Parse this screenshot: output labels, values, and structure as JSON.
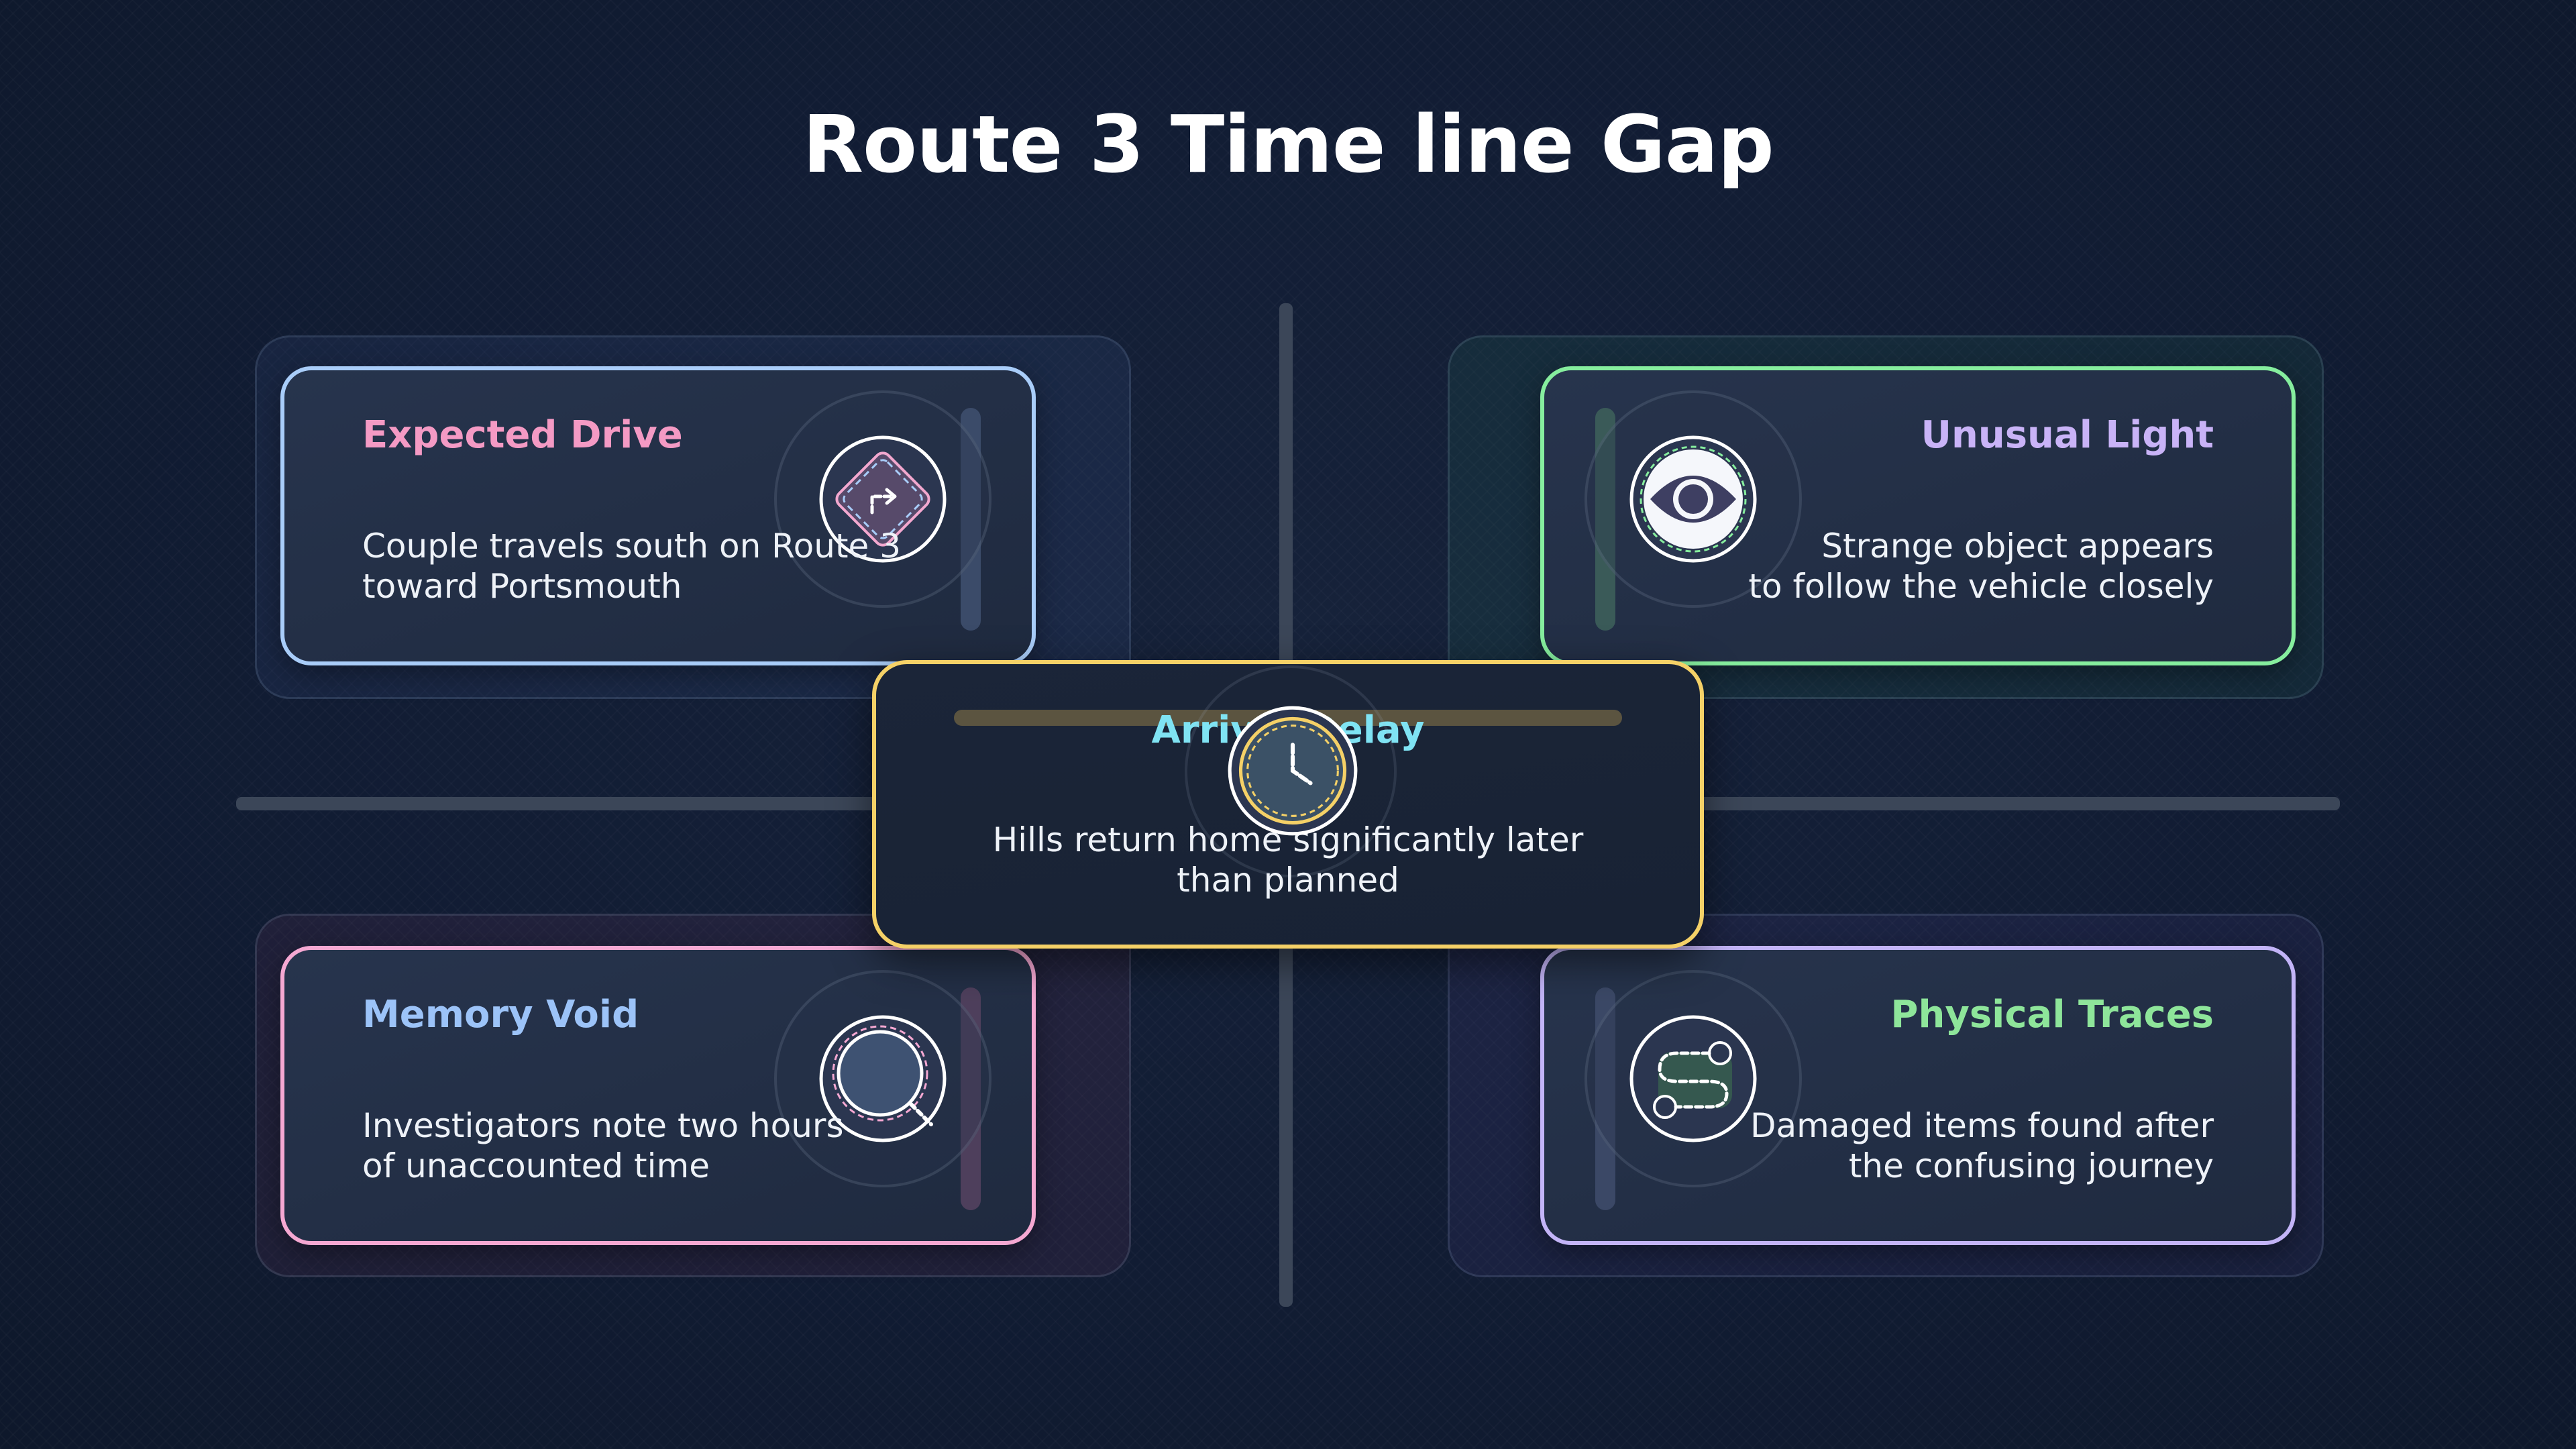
{
  "title": "Route 3 Time line Gap",
  "colors": {
    "expected_drive_title": "#f49ac4",
    "unusual_light_title": "#c9b3f7",
    "memory_void_title": "#9cc3f8",
    "physical_traces_title": "#8ee59a",
    "arrival_delay_title": "#7fe3f3",
    "center_border": "#f5d167"
  },
  "cards": {
    "expected_drive": {
      "title": "Expected Drive",
      "desc_line1": "Couple travels south on Route 3",
      "desc_line2": "toward Portsmouth",
      "icon": "route-turn-icon"
    },
    "unusual_light": {
      "title": "Unusual Light",
      "desc_line1": "Strange object appears",
      "desc_line2": "to follow the vehicle closely",
      "icon": "eclipse-light-icon"
    },
    "memory_void": {
      "title": "Memory Void",
      "desc_line1": "Investigators note two hours",
      "desc_line2": "of unaccounted time",
      "icon": "magnifier-icon"
    },
    "physical_traces": {
      "title": "Physical Traces",
      "desc_line1": "Damaged items found after",
      "desc_line2": "the confusing journey",
      "icon": "path-trace-icon"
    },
    "arrival_delay": {
      "title": "Arrival Delay",
      "desc_line1": "Hills return home significantly later",
      "desc_line2": "than planned",
      "icon": "clock-icon"
    }
  }
}
